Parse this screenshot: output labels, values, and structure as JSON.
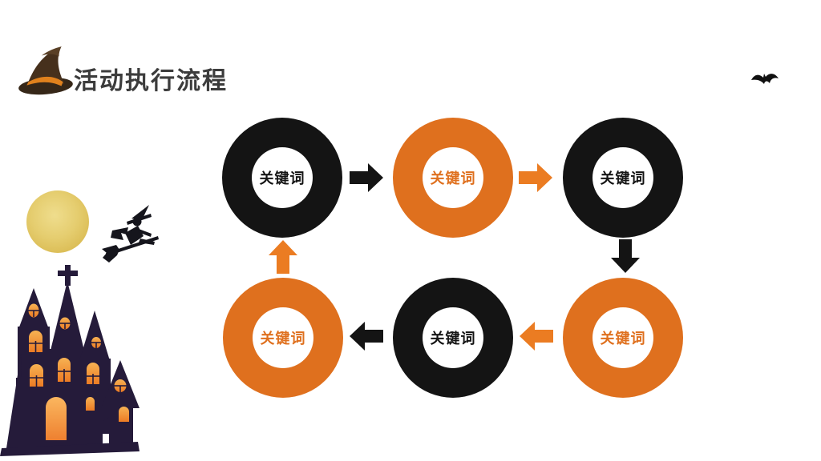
{
  "header": {
    "title": "活动执行流程",
    "icon": "witch-hat-icon"
  },
  "decorations": {
    "top_right_icon": "bat-icon",
    "left_icons": [
      "full-moon",
      "witch-on-broom",
      "haunted-castle"
    ]
  },
  "colors": {
    "background": "#ffffff",
    "title_text": "#3c3c3c",
    "node_black": "#141414",
    "node_orange": "#df701e",
    "arrow_black": "#141414",
    "arrow_orange": "#eb7c22",
    "castle_silhouette": "#251b3a",
    "window_glow_top": "#f7b253",
    "window_glow_bottom": "#ec7b24",
    "moon": "#e5cd6f"
  },
  "diagram": {
    "type": "cycle-flow",
    "nodes": [
      {
        "label": "关键词",
        "color": "black",
        "position": "top-left"
      },
      {
        "label": "关键词",
        "color": "orange",
        "position": "top-center"
      },
      {
        "label": "关键词",
        "color": "black",
        "position": "top-right"
      },
      {
        "label": "关键词",
        "color": "orange",
        "position": "bottom-left"
      },
      {
        "label": "关键词",
        "color": "black",
        "position": "bottom-center"
      },
      {
        "label": "关键词",
        "color": "orange",
        "position": "bottom-right"
      }
    ],
    "arrows": [
      {
        "direction": "right",
        "color": "black",
        "from": "top-left",
        "to": "top-center"
      },
      {
        "direction": "right",
        "color": "orange",
        "from": "top-center",
        "to": "top-right"
      },
      {
        "direction": "down",
        "color": "black",
        "from": "top-right",
        "to": "bottom-right"
      },
      {
        "direction": "left",
        "color": "orange",
        "from": "bottom-right",
        "to": "bottom-center"
      },
      {
        "direction": "left",
        "color": "black",
        "from": "bottom-center",
        "to": "bottom-left"
      },
      {
        "direction": "up",
        "color": "orange",
        "from": "bottom-left",
        "to": "top-left"
      }
    ]
  }
}
